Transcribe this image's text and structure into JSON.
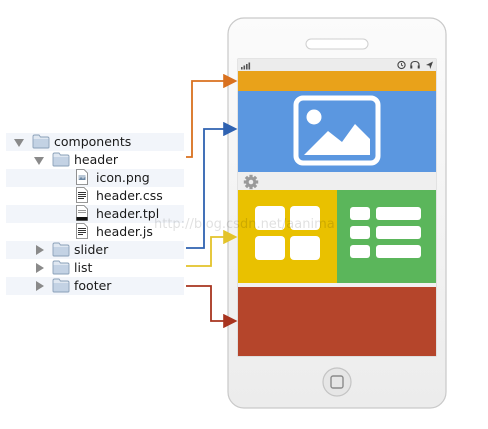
{
  "tree": {
    "items": [
      {
        "label": "components",
        "icon": "folder-icon",
        "state": "expanded"
      },
      {
        "label": "header",
        "icon": "folder-icon",
        "state": "expanded"
      },
      {
        "label": "icon.png",
        "icon": "image-file-icon"
      },
      {
        "label": "header.css",
        "icon": "css-file-icon"
      },
      {
        "label": "header.tpl",
        "icon": "template-file-icon"
      },
      {
        "label": "header.js",
        "icon": "js-file-icon"
      },
      {
        "label": "slider",
        "icon": "folder-icon",
        "state": "collapsed"
      },
      {
        "label": "list",
        "icon": "folder-icon",
        "state": "collapsed"
      },
      {
        "label": "footer",
        "icon": "folder-icon",
        "state": "collapsed"
      }
    ]
  },
  "phone": {
    "status_icons": [
      "signal-icon",
      "clock-icon",
      "headphones-icon",
      "location-arrow-icon"
    ],
    "blocks": {
      "topbar": "#e9a21a",
      "header": "#5b97e0",
      "slider_left": "#e9c100",
      "slider_right": "#5bb65b",
      "footer": "#b5452b"
    }
  },
  "arrows": {
    "header": "#d9711f",
    "slider": "#2f62b1",
    "list": "#e3c32a",
    "footer": "#a8341f"
  },
  "watermark": "http://blog.csdn.net/aanima"
}
